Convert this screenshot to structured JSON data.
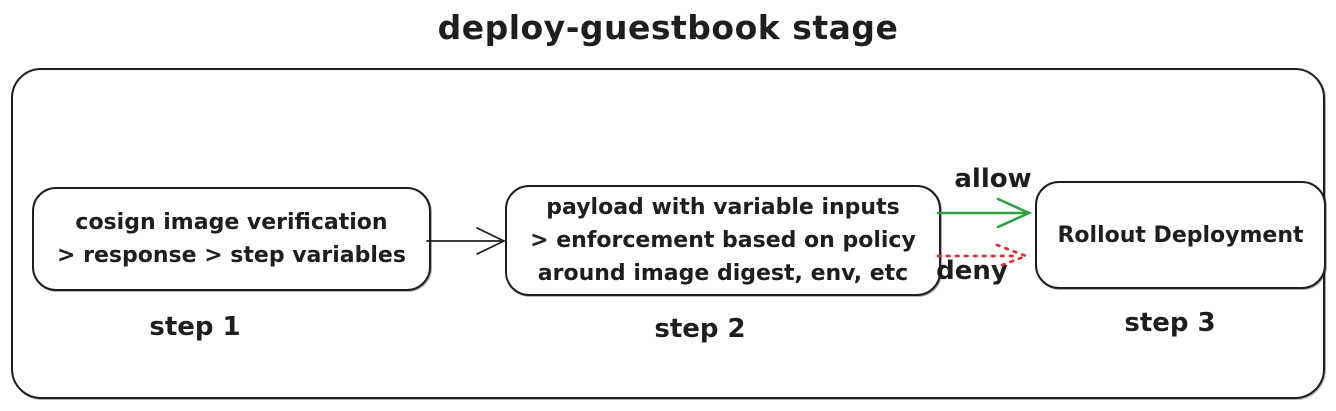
{
  "title": "deploy-guestbook stage",
  "colors": {
    "stroke": "#1e1e1e",
    "allow": "#2f9e44",
    "deny": "#e03131"
  },
  "diagram": {
    "stage": "deploy-guestbook",
    "steps": [
      {
        "label": "step 1",
        "lines": [
          "cosign image verification",
          "> response > step variables"
        ]
      },
      {
        "label": "step 2",
        "lines": [
          "payload with variable inputs",
          "> enforcement based on policy",
          "around image digest, env, etc"
        ]
      },
      {
        "label": "step 3",
        "lines": [
          "Rollout Deployment"
        ]
      }
    ],
    "edges": [
      {
        "from": "step 1",
        "to": "step 2",
        "label": "",
        "style": "solid",
        "color": "#1e1e1e"
      },
      {
        "from": "step 2",
        "to": "step 3",
        "label": "allow",
        "style": "solid",
        "color": "#2f9e44"
      },
      {
        "from": "step 2",
        "to": "step 3",
        "label": "deny",
        "style": "dotted",
        "color": "#e03131"
      }
    ]
  }
}
